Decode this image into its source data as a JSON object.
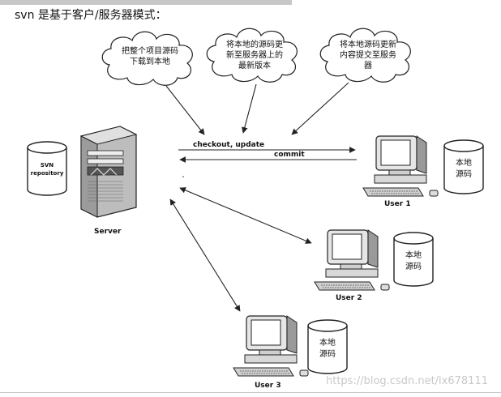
{
  "heading": "svn 是基于客户/服务器模式：",
  "clouds": [
    {
      "lines": [
        "把整个项目源码",
        "下载到本地"
      ]
    },
    {
      "lines": [
        "将本地的源码更",
        "新至服务器上的",
        "最新版本"
      ]
    },
    {
      "lines": [
        "将本地源码更新",
        "内容提交至服务",
        "器"
      ]
    }
  ],
  "arrows": {
    "checkout_label": "checkout, update",
    "commit_label": "commit"
  },
  "server": {
    "label": "Server",
    "repo_lines": [
      "SVN",
      "repository"
    ]
  },
  "clients": [
    {
      "label": "User 1",
      "repo_lines": [
        "本地",
        "源码"
      ]
    },
    {
      "label": "User 2",
      "repo_lines": [
        "本地",
        "源码"
      ]
    },
    {
      "label": "User 3",
      "repo_lines": [
        "本地",
        "源码"
      ]
    }
  ],
  "watermark": "https://blog.csdn.net/lx678111"
}
